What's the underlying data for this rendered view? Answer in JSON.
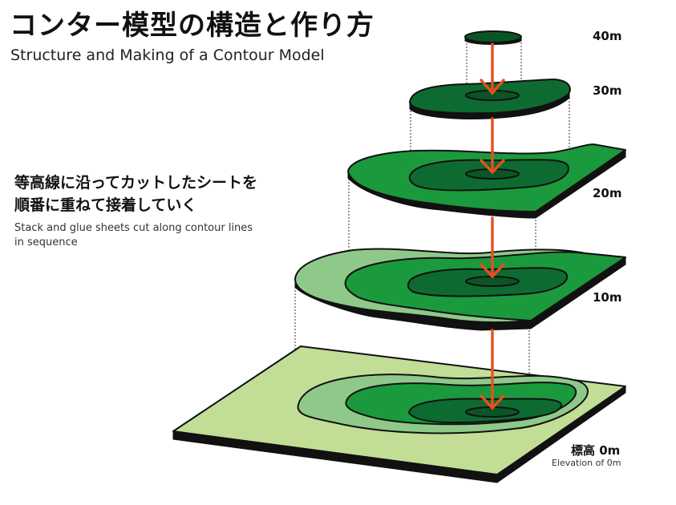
{
  "title": {
    "ja": "コンター模型の構造と作り方",
    "en": "Structure and Making of a Contour Model"
  },
  "description": {
    "ja_lines": [
      "等高線に沿ってカットしたシートを",
      "順番に重ねて接着していく"
    ],
    "en_lines": [
      "Stack and glue sheets cut along contour lines",
      "in sequence"
    ]
  },
  "levels": {
    "l40": "40m",
    "l30": "30m",
    "l20": "20m",
    "l10": "10m",
    "l0": "標高 0m",
    "l0_sub": "Elevation of 0m"
  },
  "colors": {
    "base_light": "#c2dd96",
    "green_light": "#8fc98a",
    "green_mid": "#1a9a3c",
    "green_dark": "#0d6b31",
    "green_darker": "#0a5526",
    "arrow": "#e8501c",
    "outline": "#111111"
  }
}
